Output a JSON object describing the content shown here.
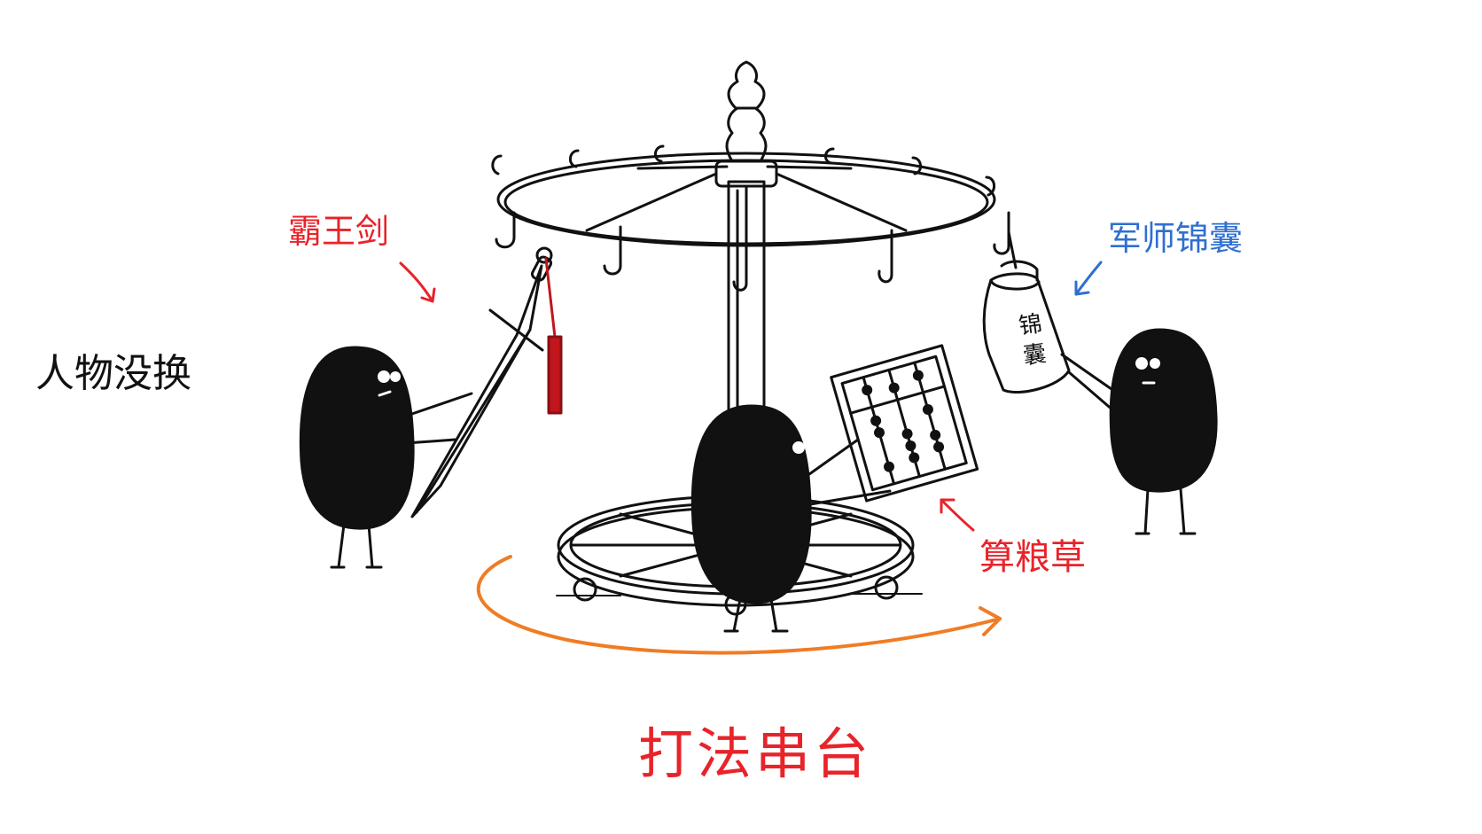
{
  "labels": {
    "top_left": "人物没换",
    "sword": "霸王剑",
    "bag": "军师锦囊",
    "abacus": "算粮草",
    "bottom": "打法串台"
  },
  "bag_text": {
    "line1": "锦",
    "line2": "囊"
  },
  "colors": {
    "red": "#e8232a",
    "blue": "#2f6fd0",
    "orange": "#f07c24",
    "ink": "#111111"
  }
}
